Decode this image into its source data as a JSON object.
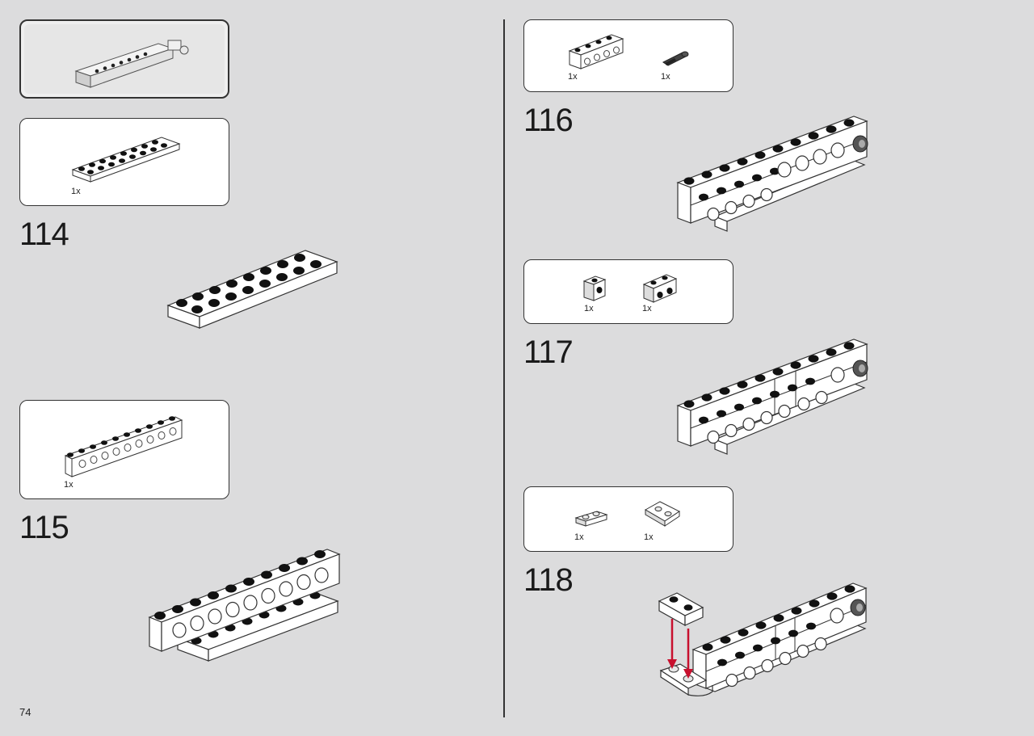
{
  "page_number": "74",
  "steps": [
    {
      "number": "114",
      "parts": [
        {
          "qty": "1x",
          "icon": "plate-2x8-icon"
        }
      ]
    },
    {
      "number": "115",
      "parts": [
        {
          "qty": "1x",
          "icon": "technic-brick-1x10-icon"
        }
      ]
    },
    {
      "number": "116",
      "parts": [
        {
          "qty": "1x",
          "icon": "brick-1x4-holes-icon"
        },
        {
          "qty": "1x",
          "icon": "axle-pin-icon"
        }
      ]
    },
    {
      "number": "117",
      "parts": [
        {
          "qty": "1x",
          "icon": "brick-1x1-hole-icon"
        },
        {
          "qty": "1x",
          "icon": "brick-1x2-holes-icon"
        }
      ]
    },
    {
      "number": "118",
      "parts": [
        {
          "qty": "1x",
          "icon": "plate-1x2-icon"
        },
        {
          "qty": "1x",
          "icon": "wedge-plate-2x2-icon"
        }
      ]
    }
  ],
  "colors": {
    "background": "#dcdcdd",
    "callout_border": "#333333",
    "arrow": "#c8102e"
  }
}
